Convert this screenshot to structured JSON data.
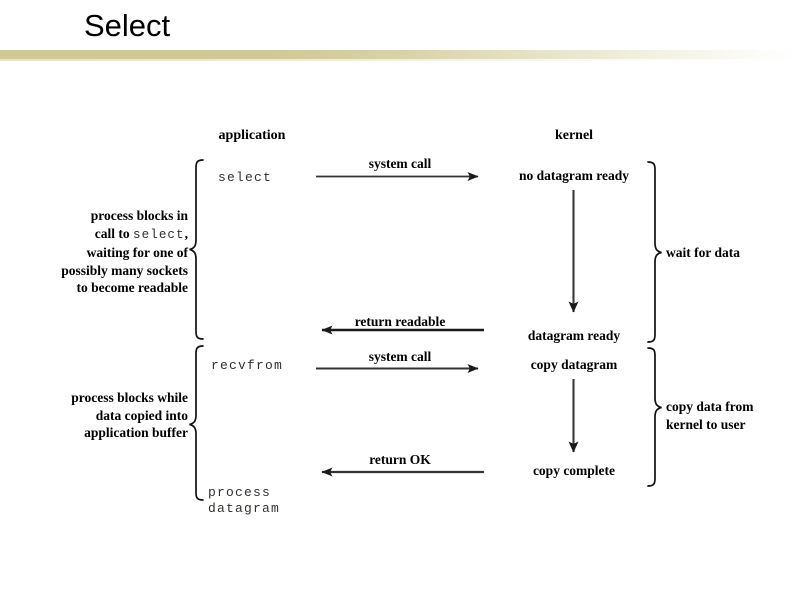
{
  "slide": {
    "title": "Select",
    "accent_color": "#cfc993",
    "background_color": "#ffffff",
    "text_color": "#000000"
  },
  "diagram": {
    "type": "sequence-timeline",
    "columns": {
      "application_header": "application",
      "kernel_header": "kernel"
    },
    "application_calls": [
      {
        "id": "select",
        "label": "select",
        "style": "monospace"
      },
      {
        "id": "recvfrom",
        "label": "recvfrom",
        "style": "monospace"
      },
      {
        "id": "process-datagram",
        "label": "process\ndatagram",
        "style": "monospace"
      }
    ],
    "application_annotations": [
      {
        "id": "blocks-in-select",
        "lines": [
          "process blocks in",
          "call to ",
          "select",
          ",",
          "waiting for one of",
          "possibly many sockets",
          "to become readable"
        ],
        "text": "process blocks in\ncall to select,\nwaiting for one of\npossibly many sockets\nto become readable"
      },
      {
        "id": "blocks-while-copy",
        "text": "process blocks while\ndata copied into\napplication buffer"
      }
    ],
    "arrows": [
      {
        "id": "system-call-1",
        "label": "system call",
        "direction": "right"
      },
      {
        "id": "return-readable",
        "label": "return readable",
        "direction": "left"
      },
      {
        "id": "system-call-2",
        "label": "system call",
        "direction": "right"
      },
      {
        "id": "return-ok",
        "label": "return OK",
        "direction": "left"
      }
    ],
    "kernel_states": [
      {
        "id": "no-datagram-ready",
        "label": "no datagram ready"
      },
      {
        "id": "datagram-ready",
        "label": "datagram ready"
      },
      {
        "id": "copy-datagram",
        "label": "copy datagram"
      },
      {
        "id": "copy-complete",
        "label": "copy complete"
      }
    ],
    "kernel_annotations": [
      {
        "id": "wait-for-data",
        "text": "wait for data"
      },
      {
        "id": "copy-data-from-kernel-to-user",
        "text": "copy data from\nkernel to user"
      }
    ]
  }
}
